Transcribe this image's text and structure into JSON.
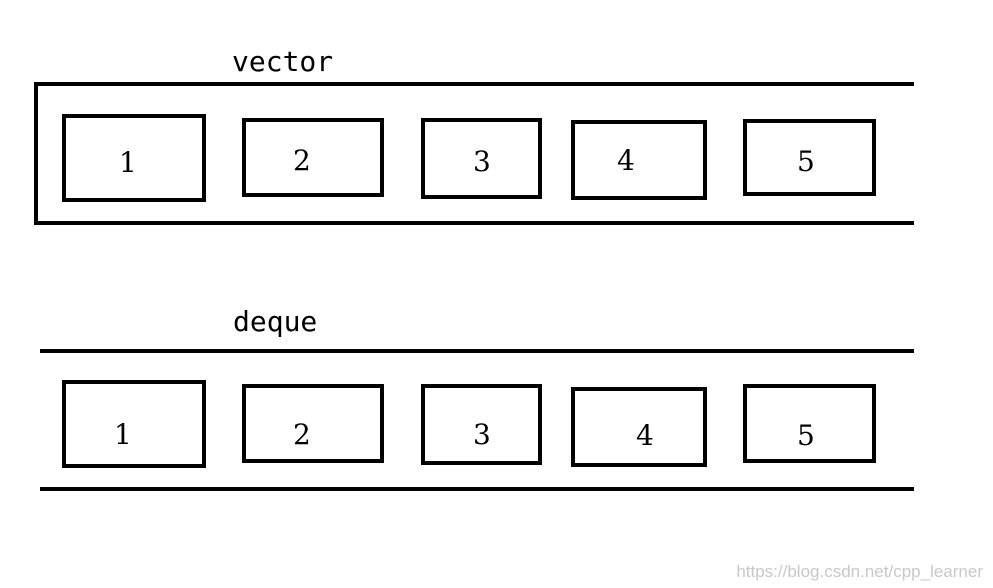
{
  "vector": {
    "label": "vector",
    "elements": [
      "1",
      "2",
      "3",
      "4",
      "5"
    ]
  },
  "deque": {
    "label": "deque",
    "elements": [
      "1",
      "2",
      "3",
      "4",
      "5"
    ]
  },
  "watermark": "https://blog.csdn.net/cpp_learner",
  "colors": {
    "stroke": "#000000",
    "background": "#ffffff",
    "watermark": "#c8c8c8"
  }
}
